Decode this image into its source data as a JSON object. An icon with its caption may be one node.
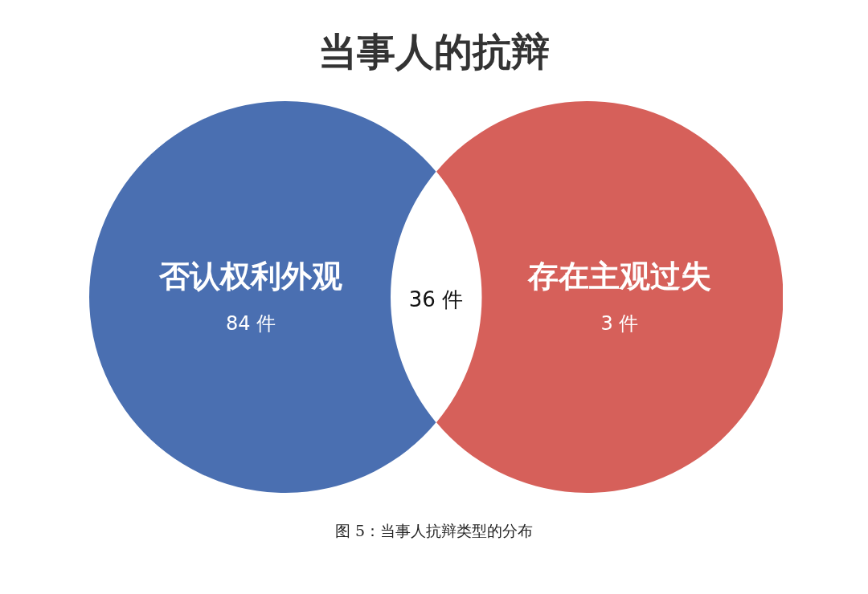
{
  "diagram": {
    "title": "当事人的抗辩",
    "caption": "图 5：当事人抗辩类型的分布",
    "nodes": [
      {
        "text": [
          "否认权利外观",
          "84 件"
        ]
      },
      {
        "text": [
          "36 件"
        ]
      },
      {
        "text": [
          "存在主观过失",
          "3 件"
        ]
      }
    ]
  }
}
